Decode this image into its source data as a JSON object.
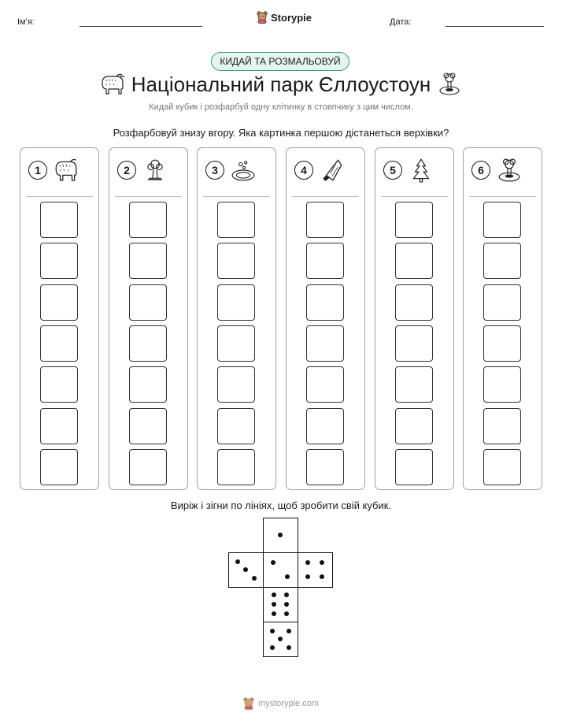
{
  "header": {
    "name_label": "Ім'я:",
    "date_label": "Дата:",
    "brand": "Storypie"
  },
  "badge": "КИДАЙ ТА РОЗМАЛЬОВУЙ",
  "title": "Національний парк Єллоустоун",
  "subtitle": "Кидай кубик і розфарбуй одну клітинку в стовпчику з цим числом.",
  "instruction": "Розфарбовуй знизу вгору. Яка картинка першою дістанеться верхівки?",
  "columns": [
    {
      "number": "1",
      "icon": "bison-icon",
      "cells": 7
    },
    {
      "number": "2",
      "icon": "geyser-icon",
      "cells": 7
    },
    {
      "number": "3",
      "icon": "hot-spring-icon",
      "cells": 7
    },
    {
      "number": "4",
      "icon": "arrowhead-icon",
      "cells": 7
    },
    {
      "number": "5",
      "icon": "pine-tree-icon",
      "cells": 7
    },
    {
      "number": "6",
      "icon": "geyser-crater-icon",
      "cells": 7
    }
  ],
  "cut_instruction": "Виріж і зігни по лініях, щоб зробити свій кубик.",
  "die_faces": [
    1,
    3,
    2,
    4,
    6,
    5
  ],
  "footer": "mystorypie.com"
}
